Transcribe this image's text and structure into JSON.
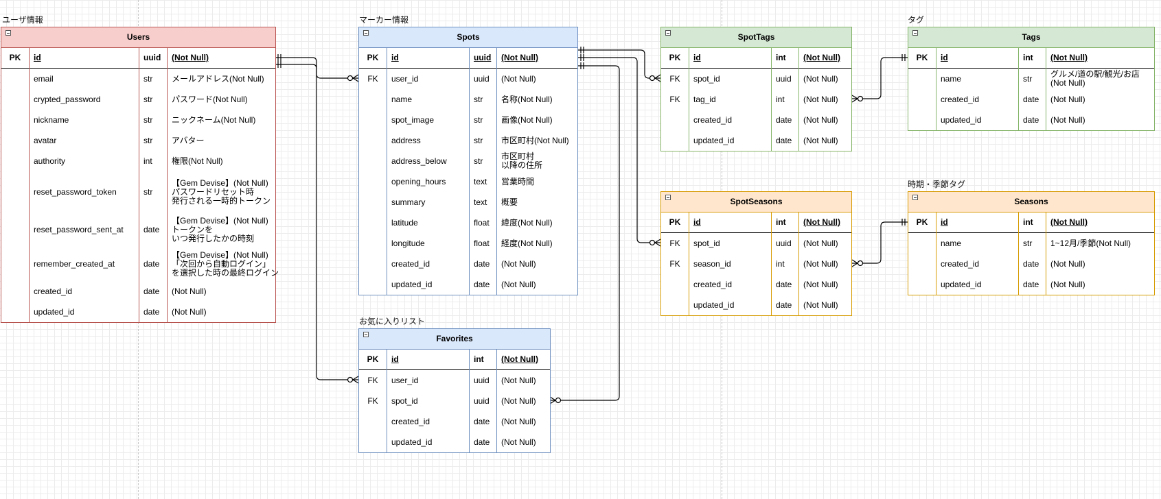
{
  "captions": {
    "users": "ユーザ情報",
    "spots": "マーカー情報",
    "tags": "タグ",
    "favorites": "お気に入りリスト",
    "seasons": "時期・季節タグ"
  },
  "entities": {
    "users": {
      "title": "Users",
      "header": [
        "PK",
        "id",
        "uuid",
        "(Not Null)"
      ],
      "rows": [
        [
          "",
          "email",
          "str",
          "メールアドレス(Not Null)"
        ],
        [
          "",
          "crypted_password",
          "str",
          "パスワード(Not Null)"
        ],
        [
          "",
          "nickname",
          "str",
          "ニックネーム(Not Null)"
        ],
        [
          "",
          "avatar",
          "str",
          "アバター"
        ],
        [
          "",
          "authority",
          "int",
          "権限(Not Null)"
        ],
        [
          "",
          "reset_password_token",
          "str",
          "【Gem Devise】(Not Null)\nパスワードリセット時\n発行される一時的トークン"
        ],
        [
          "",
          "reset_password_sent_at",
          "date",
          "【Gem Devise】(Not Null)\nトークンを\nいつ発行したかの時刻"
        ],
        [
          "",
          "remember_created_at",
          "date",
          "【Gem Devise】(Not Null)\n「次回から自動ログイン」\nを選択した時の最終ログイン"
        ],
        [
          "",
          "created_id",
          "date",
          "(Not Null)"
        ],
        [
          "",
          "updated_id",
          "date",
          "(Not Null)"
        ]
      ]
    },
    "spots": {
      "title": "Spots",
      "header": [
        "PK",
        "id",
        "uuid",
        "(Not Null)"
      ],
      "rows": [
        [
          "FK",
          "user_id",
          "uuid",
          "(Not Null)"
        ],
        [
          "",
          "name",
          "str",
          "名称(Not Null)"
        ],
        [
          "",
          "spot_image",
          "str",
          "画像(Not Null)"
        ],
        [
          "",
          "address",
          "str",
          "市区町村(Not Null)"
        ],
        [
          "",
          "address_below",
          "str",
          "市区町村\n以降の住所"
        ],
        [
          "",
          "opening_hours",
          "text",
          "営業時間"
        ],
        [
          "",
          "summary",
          "text",
          "概要"
        ],
        [
          "",
          "latitude",
          "float",
          "緯度(Not Null)"
        ],
        [
          "",
          "longitude",
          "float",
          "経度(Not Null)"
        ],
        [
          "",
          "created_id",
          "date",
          "(Not Null)"
        ],
        [
          "",
          "updated_id",
          "date",
          "(Not Null)"
        ]
      ]
    },
    "spottags": {
      "title": "SpotTags",
      "header": [
        "PK",
        "id",
        "int",
        "(Not Null)"
      ],
      "rows": [
        [
          "FK",
          "spot_id",
          "uuid",
          "(Not Null)"
        ],
        [
          "FK",
          "tag_id",
          "int",
          "(Not Null)"
        ],
        [
          "",
          "created_id",
          "date",
          "(Not Null)"
        ],
        [
          "",
          "updated_id",
          "date",
          "(Not Null)"
        ]
      ]
    },
    "tags": {
      "title": "Tags",
      "header": [
        "PK",
        "id",
        "int",
        "(Not Null)"
      ],
      "rows": [
        [
          "",
          "name",
          "str",
          "グルメ/道の駅/観光/お店\n(Not Null)"
        ],
        [
          "",
          "created_id",
          "date",
          "(Not Null)"
        ],
        [
          "",
          "updated_id",
          "date",
          "(Not Null)"
        ]
      ]
    },
    "spotseasons": {
      "title": "SpotSeasons",
      "header": [
        "PK",
        "id",
        "int",
        "(Not Null)"
      ],
      "rows": [
        [
          "FK",
          "spot_id",
          "uuid",
          "(Not Null)"
        ],
        [
          "FK",
          "season_id",
          "int",
          "(Not Null)"
        ],
        [
          "",
          "created_id",
          "date",
          "(Not Null)"
        ],
        [
          "",
          "updated_id",
          "date",
          "(Not Null)"
        ]
      ]
    },
    "seasons": {
      "title": "Seasons",
      "header": [
        "PK",
        "id",
        "int",
        "(Not Null)"
      ],
      "rows": [
        [
          "",
          "name",
          "str",
          "1~12月/季節(Not Null)"
        ],
        [
          "",
          "created_id",
          "date",
          "(Not Null)"
        ],
        [
          "",
          "updated_id",
          "date",
          "(Not Null)"
        ]
      ]
    },
    "favorites": {
      "title": "Favorites",
      "header": [
        "PK",
        "id",
        "int",
        "(Not Null)"
      ],
      "rows": [
        [
          "FK",
          "user_id",
          "uuid",
          "(Not Null)"
        ],
        [
          "FK",
          "spot_id",
          "uuid",
          "(Not Null)"
        ],
        [
          "",
          "created_id",
          "date",
          "(Not Null)"
        ],
        [
          "",
          "updated_id",
          "date",
          "(Not Null)"
        ]
      ]
    }
  },
  "relations": [
    {
      "from": "Users.id",
      "to": "Spots.user_id",
      "cardinality": "one-to-zero-or-many"
    },
    {
      "from": "Users.id",
      "to": "Favorites.user_id",
      "cardinality": "one-to-zero-or-many"
    },
    {
      "from": "Spots.id",
      "to": "SpotTags.spot_id",
      "cardinality": "one-to-zero-or-many"
    },
    {
      "from": "Spots.id",
      "to": "SpotSeasons.spot_id",
      "cardinality": "one-to-zero-or-many"
    },
    {
      "from": "Spots.id",
      "to": "Favorites.spot_id",
      "cardinality": "one-to-zero-or-many"
    },
    {
      "from": "Tags.id",
      "to": "SpotTags.tag_id",
      "cardinality": "one-to-zero-or-many"
    },
    {
      "from": "Seasons.id",
      "to": "SpotSeasons.season_id",
      "cardinality": "one-to-zero-or-many"
    }
  ],
  "colors": {
    "users_fill": "#f8cecc",
    "users_stroke": "#b85450",
    "spots_fill": "#dae8fc",
    "spots_stroke": "#6c8ebf",
    "tags_fill": "#d5e8d4",
    "tags_stroke": "#82b366",
    "seasons_fill": "#ffe6cc",
    "seasons_stroke": "#d79b00"
  }
}
